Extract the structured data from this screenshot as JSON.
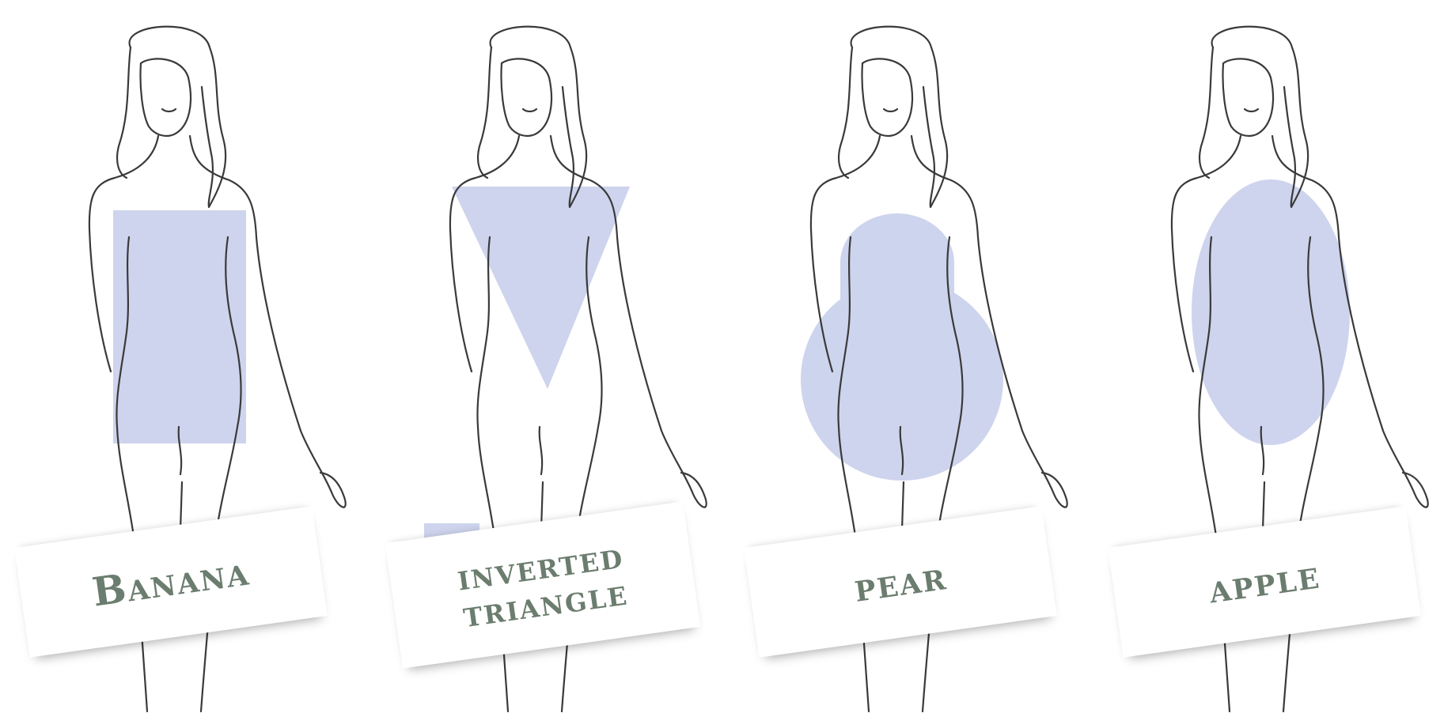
{
  "colors": {
    "shape_fill": "#c5cdea",
    "outline": "#3a3a3a",
    "label_text": "#6b7d6e",
    "banner": "#ffffff"
  },
  "shapes": [
    {
      "name": "Banana",
      "label_lines": [
        "Banana"
      ],
      "shape_type": "rectangle"
    },
    {
      "name": "Inverted Triangle",
      "label_lines": [
        "inverted",
        "triangle"
      ],
      "shape_type": "inverted-triangle"
    },
    {
      "name": "Pear",
      "label_lines": [
        "pear"
      ],
      "shape_type": "pear"
    },
    {
      "name": "Apple",
      "label_lines": [
        "apple"
      ],
      "shape_type": "oval"
    }
  ]
}
